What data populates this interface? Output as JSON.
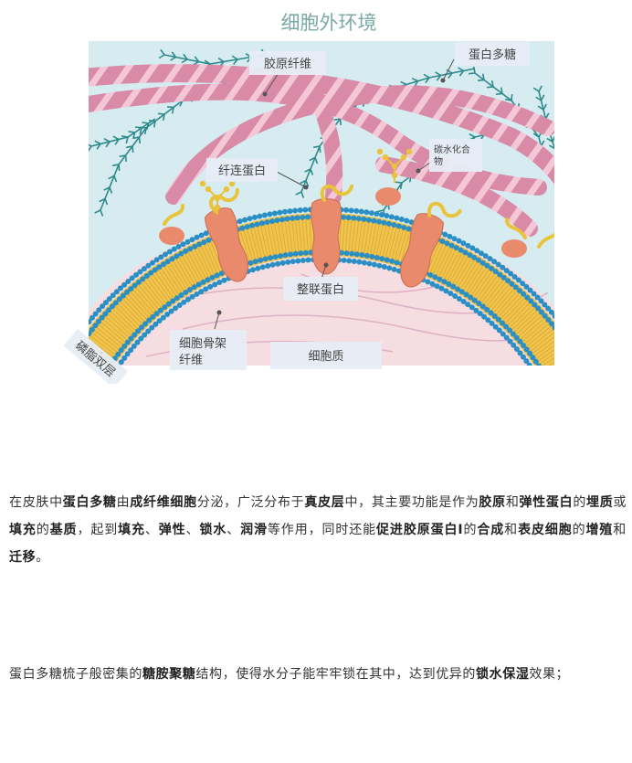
{
  "figure": {
    "title": "细胞外环境",
    "labels": {
      "collagen": "胶原纤维",
      "proteoglycan": "蛋白多糖",
      "carbohydrate_line1": "碳水化合",
      "carbohydrate_line2": "物",
      "fibronectin": "纤连蛋白",
      "integrin": "整联蛋白",
      "phospholipid": "磷脂双层",
      "cytoskeleton_line1": "细胞骨架",
      "cytoskeleton_line2": "纤维",
      "cytoplasm": "细胞质"
    },
    "colors": {
      "title": "#7aa9a6",
      "bg": "#d6ecf1",
      "collagen": "#d88aa6",
      "collagen_light": "#f3c7d6",
      "protein": "#e98a6c",
      "head": "#2a8fc4",
      "tail": "#f1c44c",
      "fern": "#2f8a8c",
      "sugar": "#e9c33a",
      "label_bg": "#e7edf6"
    }
  },
  "para1": [
    {
      "t": "在皮肤中",
      "b": false
    },
    {
      "t": "蛋白多糖",
      "b": true
    },
    {
      "t": "由",
      "b": false
    },
    {
      "t": "成纤维细胞",
      "b": true
    },
    {
      "t": "分泌，广泛分布于",
      "b": false
    },
    {
      "t": "真皮层",
      "b": true
    },
    {
      "t": "中，其主要功能是作为",
      "b": false
    },
    {
      "t": "胶原",
      "b": true
    },
    {
      "t": "和",
      "b": false
    },
    {
      "t": "弹性蛋白",
      "b": true
    },
    {
      "t": "的",
      "b": false
    },
    {
      "t": "埋质",
      "b": true
    },
    {
      "t": "或",
      "b": false
    },
    {
      "t": "填充",
      "b": true
    },
    {
      "t": "的",
      "b": false
    },
    {
      "t": "基质",
      "b": true
    },
    {
      "t": "，起到",
      "b": false
    },
    {
      "t": "填充",
      "b": true
    },
    {
      "t": "、",
      "b": false
    },
    {
      "t": "弹性",
      "b": true
    },
    {
      "t": "、",
      "b": false
    },
    {
      "t": "锁水",
      "b": true
    },
    {
      "t": "、",
      "b": false
    },
    {
      "t": "润滑",
      "b": true
    },
    {
      "t": "等作用，同时还能",
      "b": false
    },
    {
      "t": "促进胶原蛋白I",
      "b": true
    },
    {
      "t": "的",
      "b": false
    },
    {
      "t": "合成",
      "b": true
    },
    {
      "t": "和",
      "b": false
    },
    {
      "t": "表皮细胞",
      "b": true
    },
    {
      "t": "的",
      "b": false
    },
    {
      "t": "增殖",
      "b": true
    },
    {
      "t": "和",
      "b": false
    },
    {
      "t": "迁移",
      "b": true
    },
    {
      "t": "。",
      "b": false
    }
  ],
  "para2": [
    {
      "t": "蛋白多糖梳子般密集的",
      "b": false
    },
    {
      "t": "糖胺聚糖",
      "b": true
    },
    {
      "t": "结构，使得水分子能牢牢锁在其中，达到优异的",
      "b": false
    },
    {
      "t": "锁水保湿",
      "b": true
    },
    {
      "t": "效果；",
      "b": false
    }
  ]
}
